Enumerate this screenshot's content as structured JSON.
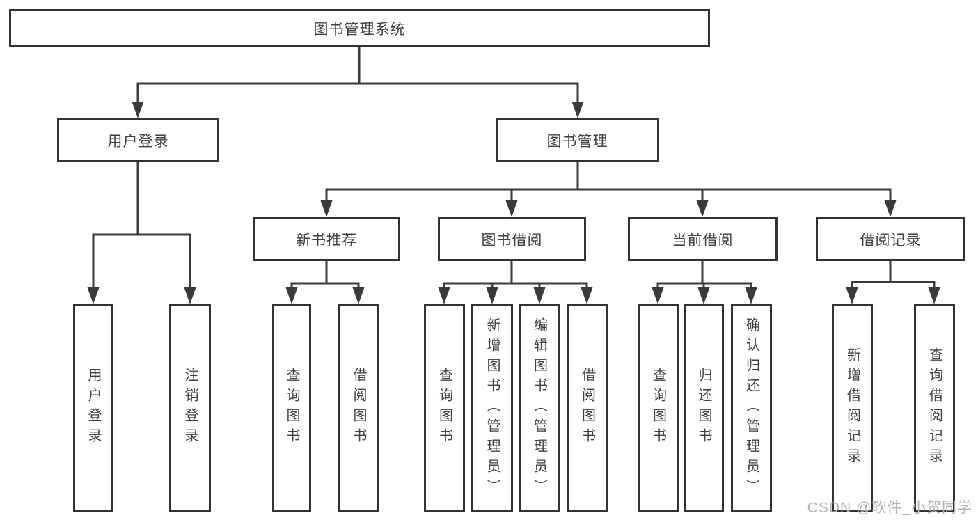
{
  "diagram": {
    "root": {
      "label": "图书管理系统"
    },
    "level2": [
      {
        "label": "用户登录"
      },
      {
        "label": "图书管理"
      }
    ],
    "level3": [
      {
        "label": "新书推荐"
      },
      {
        "label": "图书借阅"
      },
      {
        "label": "当前借阅"
      },
      {
        "label": "借阅记录"
      }
    ],
    "leaves": {
      "user_login": [
        "用户登录",
        "注销登录"
      ],
      "new_books": [
        "查询图书",
        "借阅图书"
      ],
      "borrow": [
        "查询图书",
        "新增图书（管理员）",
        "编辑图书（管理员）",
        "借阅图书"
      ],
      "current": [
        "查询图书",
        "归还图书",
        "确认归还（管理员）"
      ],
      "records": [
        "新增借阅记录",
        "查询借阅记录"
      ]
    },
    "colors": {
      "line": "#3a3a3a",
      "border": "#323232",
      "text": "#3f3f3f",
      "watermark": "#b3b3b3",
      "background": "#ffffff"
    },
    "watermark": "CSDN @软件_小贺同学"
  }
}
